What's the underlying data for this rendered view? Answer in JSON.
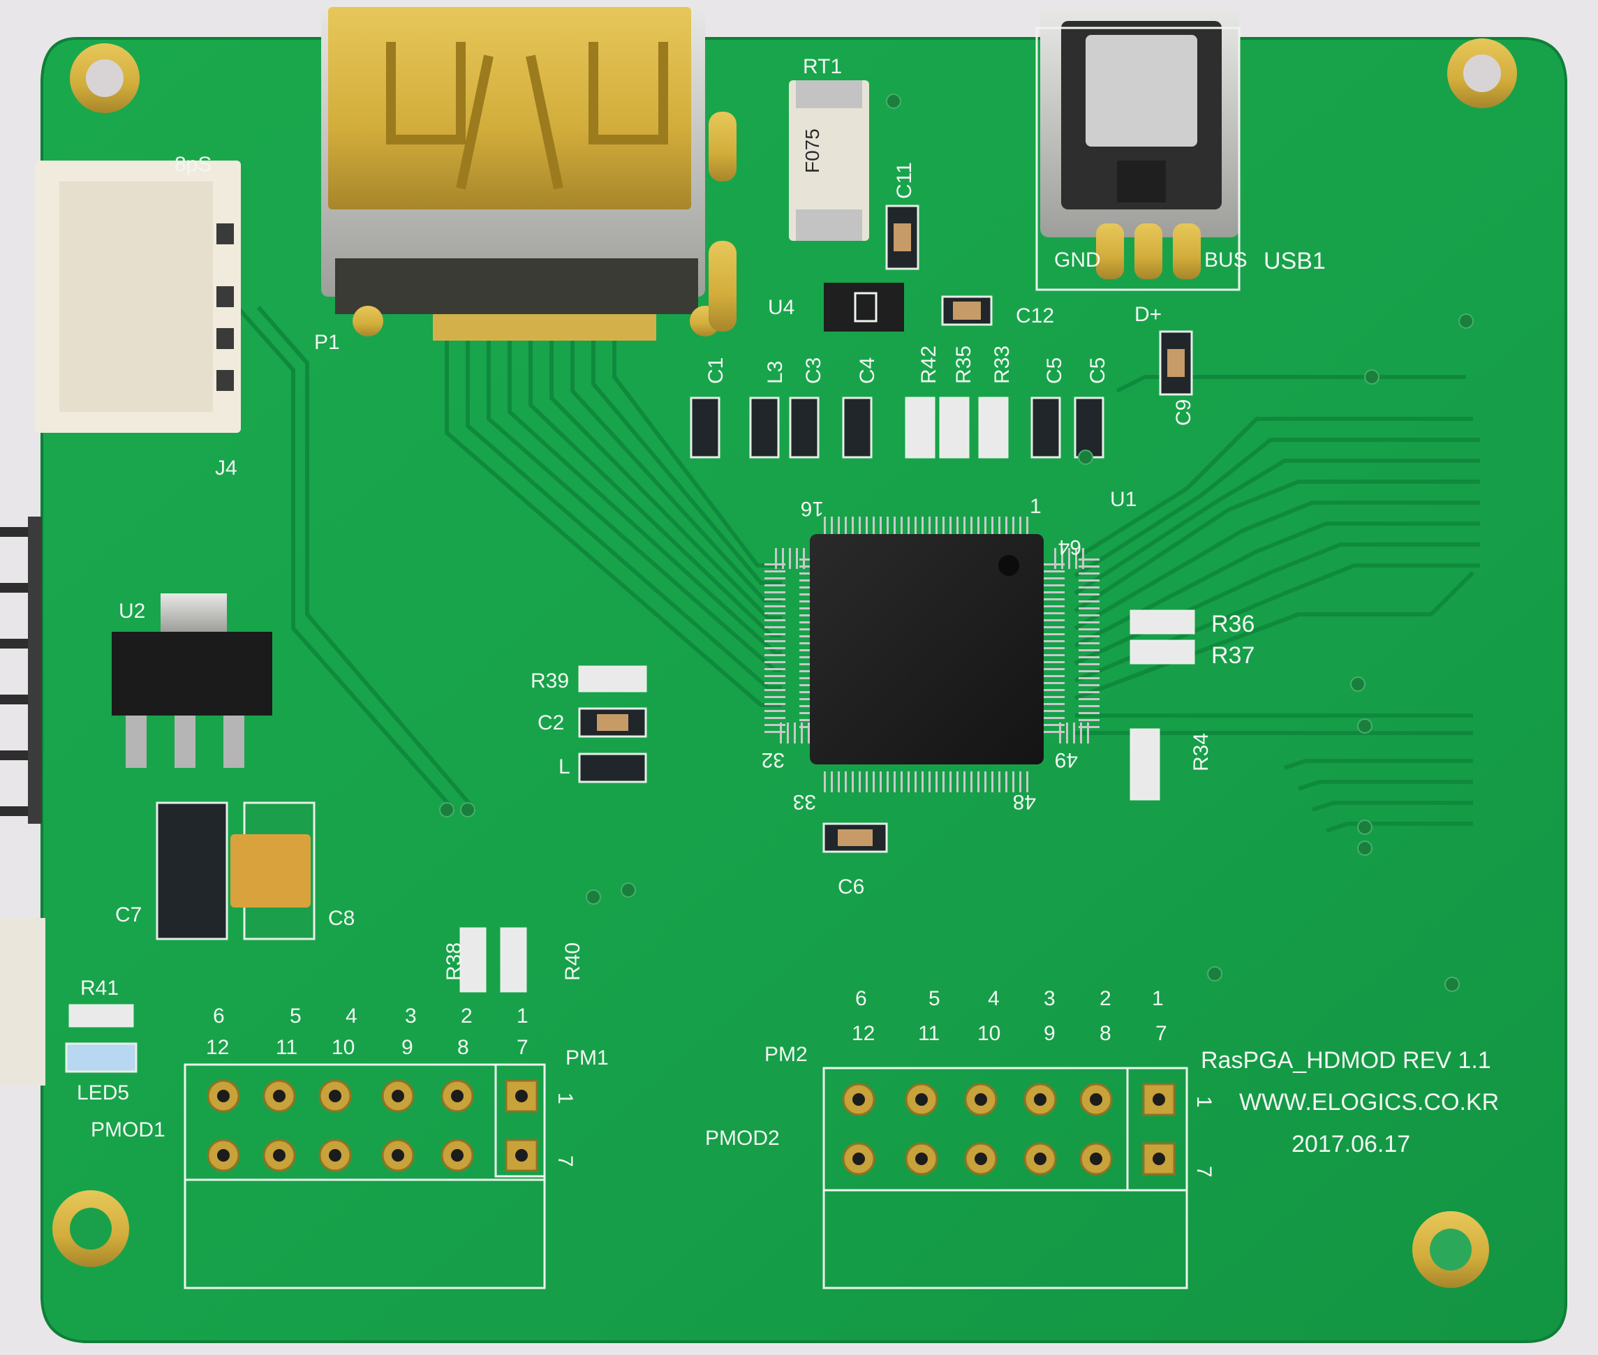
{
  "board": {
    "colors": {
      "background": "#e9e6e9",
      "board": "#17a34a",
      "board_dark": "#108a3c",
      "silkscreen": "#f2f7f2",
      "gold": "#d4b04a",
      "chip": "#1b1b1b"
    },
    "connectors": {
      "hdmi": "P1",
      "usb": "USB1",
      "usb_pins": {
        "gnd": "GND",
        "bus": "BUS",
        "dplus": "D+"
      },
      "power": "J4",
      "power_label": "8pS"
    },
    "main_chip": {
      "ref": "U1",
      "pin_top_left": "16",
      "pin_top_left2": "1",
      "pin_right_top": "64",
      "pin_left_bottom": "32",
      "pin_bottom_left": "33",
      "pin_bottom_right": "48",
      "pin_right_bottom": "49"
    },
    "components": {
      "rt1": "RT1",
      "rt1_marking": "F075",
      "u4": "U4",
      "u2": "U2",
      "c1": "C1",
      "l3": "L3",
      "c3": "C3",
      "c4": "C4",
      "r42": "R42",
      "r35": "R35",
      "r33": "R33",
      "c5": "C5",
      "c5b": "C5",
      "c9": "C9",
      "c11": "C11",
      "c12": "C12",
      "r36": "R36",
      "r37": "R37",
      "r34": "R34",
      "r39": "R39",
      "c2": "C2",
      "l": "L",
      "c6": "C6",
      "c7": "C7",
      "c8": "C8",
      "r38": "R38",
      "r40": "R40",
      "r41": "R41",
      "led5": "LED5"
    },
    "pmod1": {
      "name": "PMOD1",
      "tag": "PM1",
      "top_numbers": [
        "6",
        "5",
        "4",
        "3",
        "2",
        "1"
      ],
      "bottom_numbers": [
        "12",
        "11",
        "10",
        "9",
        "8",
        "7"
      ],
      "side_1": "1",
      "side_7": "7"
    },
    "pmod2": {
      "name": "PMOD2",
      "tag": "PM2",
      "top_numbers": [
        "6",
        "5",
        "4",
        "3",
        "2",
        "1"
      ],
      "bottom_numbers": [
        "12",
        "11",
        "10",
        "9",
        "8",
        "7"
      ],
      "side_1": "1",
      "side_7": "7"
    },
    "info": {
      "line1": "RasPGA_HDMOD REV 1.1",
      "line2": "WWW.ELOGICS.CO.KR",
      "line3": "2017.06.17"
    }
  }
}
